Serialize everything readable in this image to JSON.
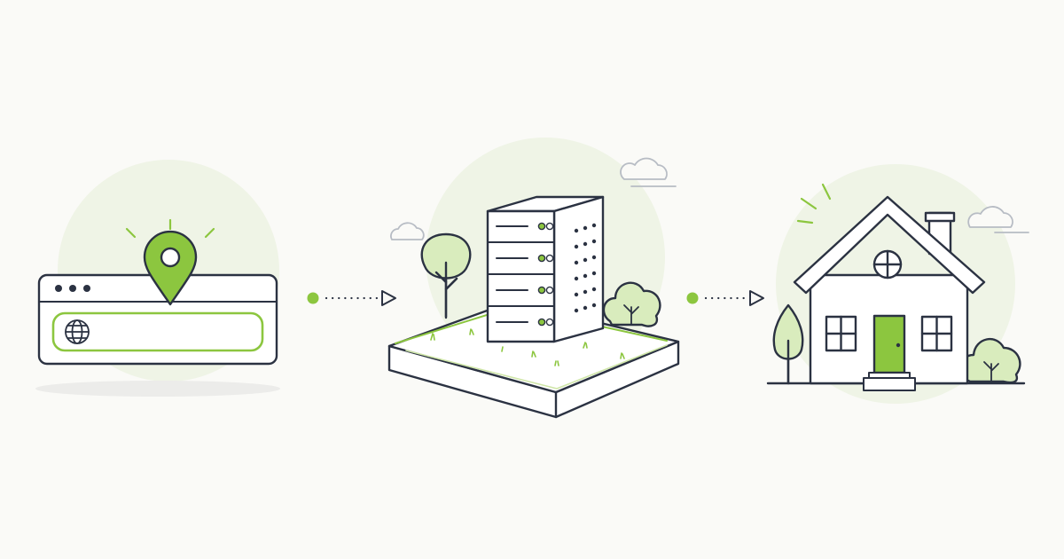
{
  "colors": {
    "background": "#fafaf7",
    "ink": "#2b3242",
    "accent": "#8cc63f",
    "accent_light": "#d8ecb4",
    "halo": "#eff4e6",
    "foliage": "#d9ecbd",
    "cloud": "#b7bcc4",
    "shadow": "#ececea"
  },
  "steps": [
    {
      "id": "browser",
      "icon": "browser-window-icon",
      "parts": [
        "location-pin-icon",
        "globe-icon",
        "address-bar"
      ]
    },
    {
      "id": "server",
      "icon": "server-rack-icon",
      "parts": [
        "tree-icon",
        "bush-icon",
        "grass-platform"
      ]
    },
    {
      "id": "home",
      "icon": "house-icon",
      "parts": [
        "green-door",
        "tree-icon",
        "bush-icon",
        "cloud-icon"
      ]
    }
  ],
  "connectors": [
    {
      "from": "browser",
      "to": "server",
      "style": "dotted-arrow"
    },
    {
      "from": "server",
      "to": "home",
      "style": "dotted-arrow"
    }
  ]
}
